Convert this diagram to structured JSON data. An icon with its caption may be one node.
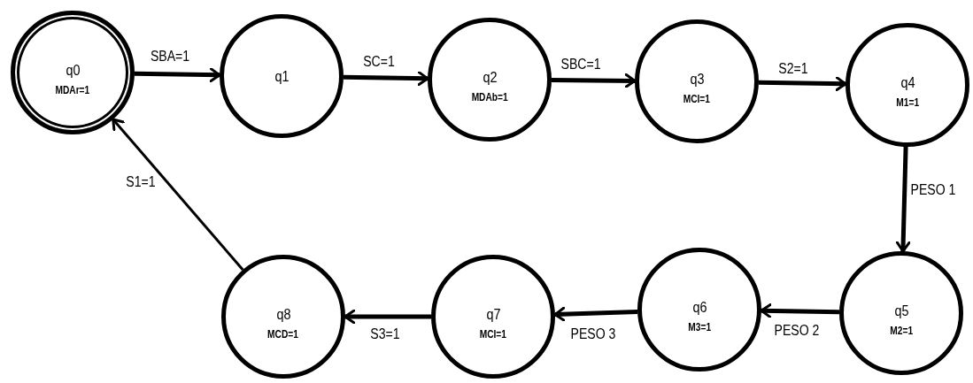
{
  "diagram": {
    "nodes": [
      {
        "text": [
          "q0",
          "MDAr=1"
        ]
      },
      {
        "text": [
          "q1"
        ]
      },
      {
        "text": [
          "q2",
          "MDAb=1"
        ]
      },
      {
        "text": [
          "q3",
          "MCI=1"
        ]
      },
      {
        "text": [
          "q4",
          "M1=1"
        ]
      },
      {
        "text": [
          "q5",
          "M2=1"
        ]
      },
      {
        "text": [
          "q6",
          "M3=1"
        ]
      },
      {
        "text": [
          "q7",
          "MCI=1"
        ]
      },
      {
        "text": [
          "q8",
          "MCD=1"
        ]
      }
    ],
    "edges": [
      {
        "from": 0,
        "to": 1,
        "arrow": "to",
        "label": "SBA=1"
      },
      {
        "from": 1,
        "to": 2,
        "arrow": "to",
        "label": "SC=1"
      },
      {
        "from": 2,
        "to": 3,
        "arrow": "to",
        "label": "SBC=1"
      },
      {
        "from": 3,
        "to": 4,
        "arrow": "to",
        "label": "S2=1"
      },
      {
        "from": 4,
        "to": 5,
        "arrow": "to",
        "label": "PESO 1"
      },
      {
        "from": 5,
        "to": 6,
        "arrow": "to",
        "label": "PESO 2"
      },
      {
        "from": 6,
        "to": 7,
        "arrow": "to",
        "label": "PESO 3"
      },
      {
        "from": 7,
        "to": 8,
        "arrow": "to",
        "label": "S3=1"
      },
      {
        "from": 8,
        "to": 0,
        "arrow": "to",
        "label": "S1=1"
      }
    ]
  }
}
